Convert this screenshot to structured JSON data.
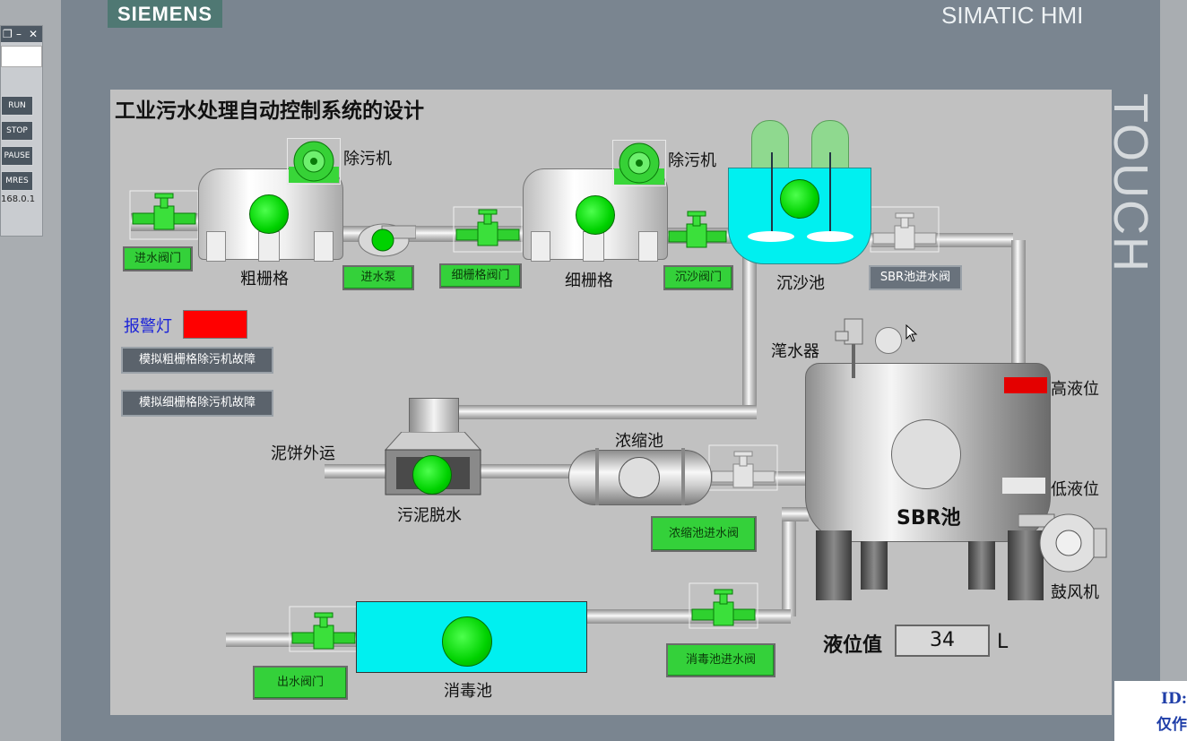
{
  "header": {
    "brand": "SIEMENS",
    "hmi_title": "SIMATIC HMI",
    "side_label": "TOUCH"
  },
  "simulator": {
    "buttons": [
      "RUN",
      "STOP",
      "PAUSE",
      "MRES"
    ],
    "ip": "168.0.1"
  },
  "screen": {
    "title": "工业污水处理自动控制系统的设计",
    "labels": {
      "decontam_1": "除污机",
      "decontam_2": "除污机",
      "coarse_grid": "粗栅格",
      "fine_grid": "细栅格",
      "grit_tank": "沉沙池",
      "aerator": "滗水器",
      "high_level": "高液位",
      "low_level": "低液位",
      "sbr_tank": "SBR池",
      "blower": "鼓风机",
      "thickener": "浓缩池",
      "sludge_out": "泥饼外运",
      "dewatering": "污泥脱水",
      "disinfect": "消毒池",
      "alarm": "报警灯",
      "level_label": "液位值",
      "level_unit": "L"
    },
    "buttons": {
      "inlet_valve": "进水阀门",
      "inlet_pump": "进水泵",
      "fine_valve": "细栅格阀门",
      "grit_valve": "沉沙阀门",
      "sbr_inlet": "SBR池进水阀",
      "sim_coarse_fault": "模拟粗栅格除污机故障",
      "sim_fine_fault": "模拟细栅格除污机故障",
      "thickener_valve": "浓缩池进水阀",
      "disinfect_valve": "消毒池进水阀",
      "outlet_valve": "出水阀门"
    },
    "level_value": "34",
    "colors": {
      "running": "#00d200",
      "alarm": "#ff0000",
      "water": "#00f0f0"
    }
  },
  "watermark": {
    "line1": "ID:",
    "line2": "仅作"
  }
}
